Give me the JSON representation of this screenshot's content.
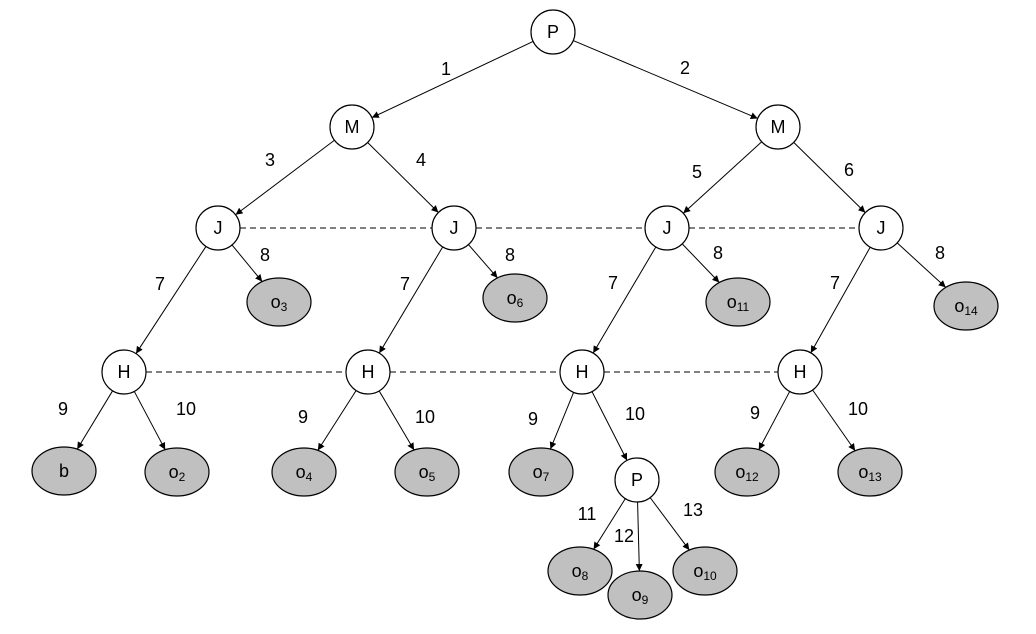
{
  "nodes": {
    "p_root": {
      "label": "P"
    },
    "m_left": {
      "label": "M"
    },
    "m_right": {
      "label": "M"
    },
    "j1": {
      "label": "J"
    },
    "j2": {
      "label": "J"
    },
    "j3": {
      "label": "J"
    },
    "j4": {
      "label": "J"
    },
    "h1": {
      "label": "H"
    },
    "h2": {
      "label": "H"
    },
    "h3": {
      "label": "H"
    },
    "h4": {
      "label": "H"
    },
    "p_inner": {
      "label": "P"
    },
    "b": {
      "label": "b",
      "sub": ""
    },
    "o2": {
      "label": "o",
      "sub": "2"
    },
    "o3": {
      "label": "o",
      "sub": "3"
    },
    "o4": {
      "label": "o",
      "sub": "4"
    },
    "o5": {
      "label": "o",
      "sub": "5"
    },
    "o6": {
      "label": "o",
      "sub": "6"
    },
    "o7": {
      "label": "o",
      "sub": "7"
    },
    "o8": {
      "label": "o",
      "sub": "8"
    },
    "o9": {
      "label": "o",
      "sub": "9"
    },
    "o10": {
      "label": "o",
      "sub": "10"
    },
    "o11": {
      "label": "o",
      "sub": "11"
    },
    "o12": {
      "label": "o",
      "sub": "12"
    },
    "o13": {
      "label": "o",
      "sub": "13"
    },
    "o14": {
      "label": "o",
      "sub": "14"
    }
  },
  "edges": [
    {
      "from": "p_root",
      "to": "m_left",
      "label": "1"
    },
    {
      "from": "p_root",
      "to": "m_right",
      "label": "2"
    },
    {
      "from": "m_left",
      "to": "j1",
      "label": "3"
    },
    {
      "from": "m_left",
      "to": "j2",
      "label": "4"
    },
    {
      "from": "m_right",
      "to": "j3",
      "label": "5"
    },
    {
      "from": "m_right",
      "to": "j4",
      "label": "6"
    },
    {
      "from": "j1",
      "to": "h1",
      "label": "7"
    },
    {
      "from": "j1",
      "to": "o3",
      "label": "8"
    },
    {
      "from": "j2",
      "to": "h2",
      "label": "7"
    },
    {
      "from": "j2",
      "to": "o6",
      "label": "8"
    },
    {
      "from": "j3",
      "to": "h3",
      "label": "7"
    },
    {
      "from": "j3",
      "to": "o11",
      "label": "8"
    },
    {
      "from": "j4",
      "to": "h4",
      "label": "7"
    },
    {
      "from": "j4",
      "to": "o14",
      "label": "8"
    },
    {
      "from": "h1",
      "to": "b",
      "label": "9"
    },
    {
      "from": "h1",
      "to": "o2",
      "label": "10"
    },
    {
      "from": "h2",
      "to": "o4",
      "label": "9"
    },
    {
      "from": "h2",
      "to": "o5",
      "label": "10"
    },
    {
      "from": "h3",
      "to": "o7",
      "label": "9"
    },
    {
      "from": "h3",
      "to": "p_inner",
      "label": "10"
    },
    {
      "from": "h4",
      "to": "o12",
      "label": "9"
    },
    {
      "from": "h4",
      "to": "o13",
      "label": "10"
    },
    {
      "from": "p_inner",
      "to": "o8",
      "label": "11"
    },
    {
      "from": "p_inner",
      "to": "o9",
      "label": "12"
    },
    {
      "from": "p_inner",
      "to": "o10",
      "label": "13"
    }
  ],
  "information_sets": [
    [
      "j1",
      "j2",
      "j3",
      "j4"
    ],
    [
      "h1",
      "h2",
      "h3",
      "h4"
    ]
  ]
}
